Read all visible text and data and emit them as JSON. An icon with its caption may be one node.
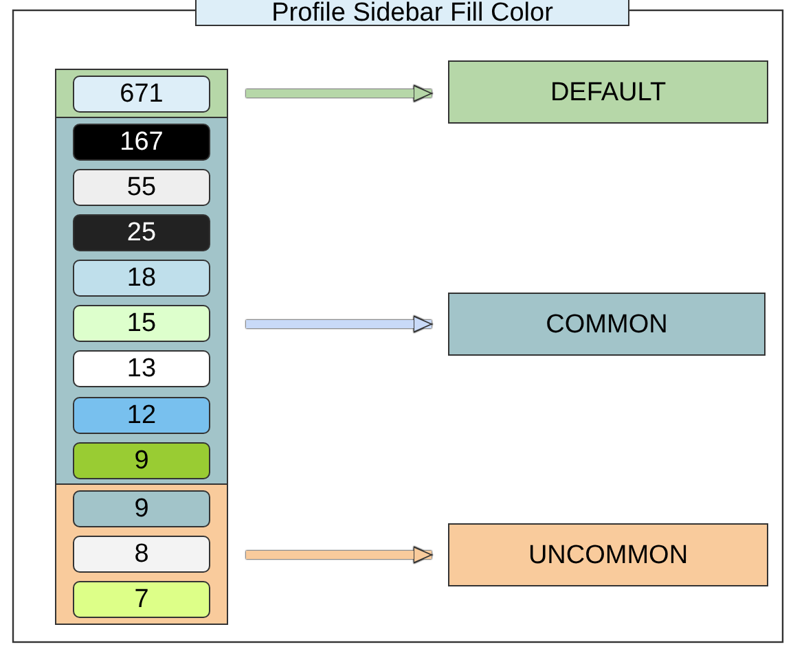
{
  "diagram": {
    "title": "Profile Sidebar Fill Color",
    "nodes": [
      {
        "text": [],
        "shape": "box"
      },
      {
        "text": [
          "671"
        ],
        "in": 0
      },
      {
        "text": [],
        "shape": "box"
      },
      {
        "text": [
          "167"
        ],
        "in": 2
      },
      {
        "text": [
          "55"
        ],
        "in": 2
      },
      {
        "text": [
          "25"
        ],
        "in": 2
      },
      {
        "text": [
          "18"
        ],
        "in": 2
      },
      {
        "text": [
          "15"
        ],
        "in": 2
      },
      {
        "text": [
          "13"
        ],
        "in": 2
      },
      {
        "text": [
          "12"
        ],
        "in": 2
      },
      {
        "text": [
          "9"
        ],
        "in": 2
      },
      {
        "text": [],
        "shape": "box"
      },
      {
        "text": [
          "9"
        ],
        "in": 11
      },
      {
        "text": [
          "8"
        ],
        "in": 11
      },
      {
        "text": [
          "7"
        ],
        "in": 11
      },
      {
        "text": [
          "DEFAULT"
        ]
      },
      {
        "text": [
          "COMMON"
        ]
      },
      {
        "text": [
          "UNCOMMON"
        ]
      }
    ],
    "edges": [
      {
        "from": 0,
        "to": 15,
        "arrow": "to",
        "color": "#b6d7a8"
      },
      {
        "from": 2,
        "to": 16,
        "arrow": "to",
        "color": "#c9daf8"
      },
      {
        "from": 11,
        "to": 17,
        "arrow": "to",
        "color": "#f9cb9c"
      }
    ]
  }
}
